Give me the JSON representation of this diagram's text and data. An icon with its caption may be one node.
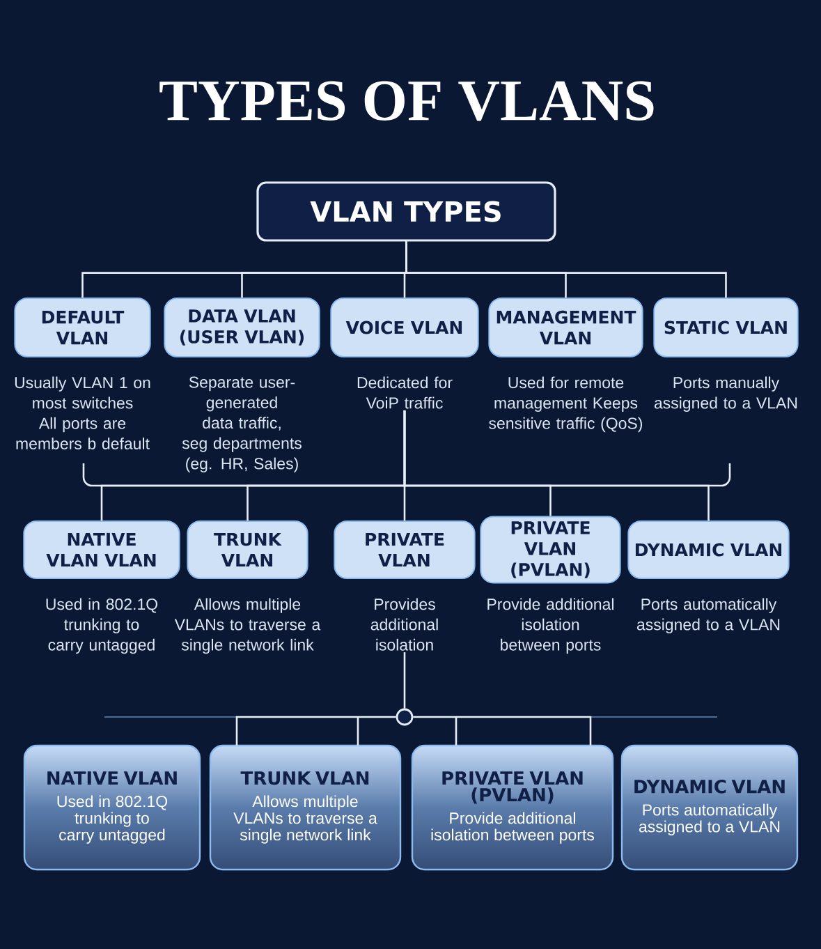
{
  "diagram": {
    "title": "TYPES OF VLANS",
    "nodes": [
      {
        "text": [
          "VLAN TYPES"
        ]
      },
      {
        "text": [
          "DEFAULT VLAN"
        ],
        "beside": [
          "Usually VLAN 1 on most switches All ports are members b default"
        ]
      },
      {
        "text": [
          "DATA VLAN (USER VLAN)"
        ],
        "beside": [
          "Separate user-generated data traffic, seg departments (eg. HR, Sales)"
        ]
      },
      {
        "text": [
          "VOICE VLAN"
        ],
        "beside": [
          "Dedicated for VoiP traffic"
        ]
      },
      {
        "text": [
          "MANAGEMENT VLAN"
        ],
        "beside": [
          "Used for remote management Keeps sensitive traffic (QoS)"
        ]
      },
      {
        "text": [
          "STATIC VLAN"
        ],
        "beside": [
          "Ports manually assigned to a VLAN"
        ]
      },
      {
        "text": [
          "NATIVE VLAN VLAN"
        ],
        "beside": [
          "Used in 802.1Q trunking to carry untagged"
        ]
      },
      {
        "text": [
          "TRUNK VLAN"
        ],
        "beside": [
          "Allows multiple VLANs to traverse a single network link"
        ]
      },
      {
        "text": [
          "PRIVATE VLAN"
        ],
        "beside": [
          "Provides additional isolation"
        ]
      },
      {
        "text": [
          "PRIVATE VLAN (PVLAN)"
        ],
        "beside": [
          "Provide additional isolation between ports"
        ]
      },
      {
        "text": [
          "DYNAMIC VLAN"
        ],
        "beside": [
          "Ports automatically assigned to a VLAN"
        ]
      },
      {
        "text": [],
        "shape": "circle"
      },
      {
        "text": [
          "NATIVE VLAN",
          "Used in 802.1Q trunking to carry untagged"
        ]
      },
      {
        "text": [
          "TRUNK VLAN",
          "Allows multiple VLANs to traverse a single network link"
        ]
      },
      {
        "text": [
          "PRIVATE VLAN (PVLAN)",
          "Provide additional isolation between ports"
        ]
      },
      {
        "text": [
          "DYNAMIC VLAN",
          "Ports automatically assigned to a VLAN"
        ]
      }
    ],
    "edges": [
      {
        "from": 0,
        "to": 1,
        "arrow": "none"
      },
      {
        "from": 0,
        "to": 2,
        "arrow": "none"
      },
      {
        "from": 0,
        "to": 3,
        "arrow": "none"
      },
      {
        "from": 0,
        "to": 4,
        "arrow": "none"
      },
      {
        "from": 0,
        "to": 5,
        "arrow": "none"
      },
      {
        "from": 3,
        "to": 6,
        "arrow": "none"
      },
      {
        "from": 3,
        "to": 7,
        "arrow": "none"
      },
      {
        "from": 3,
        "to": 8,
        "arrow": "none"
      },
      {
        "from": 3,
        "to": 9,
        "arrow": "none"
      },
      {
        "from": 3,
        "to": 10,
        "arrow": "none"
      },
      {
        "from": 8,
        "to": 11,
        "arrow": "none"
      },
      {
        "from": 11,
        "to": 13,
        "arrow": "none"
      },
      {
        "from": 11,
        "to": 14,
        "arrow": "none"
      }
    ]
  }
}
